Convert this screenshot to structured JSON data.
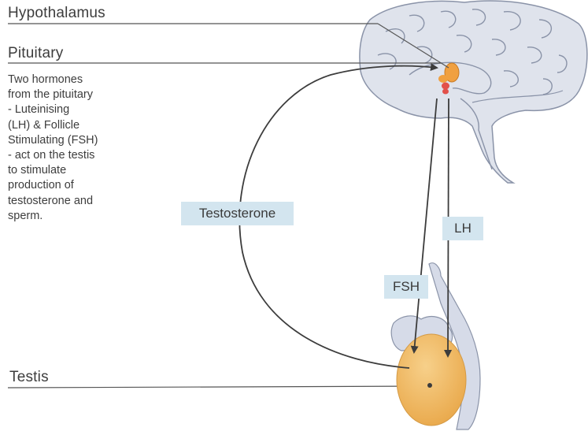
{
  "labels": {
    "hypothalamus": "Hypothalamus",
    "pituitary": "Pituitary",
    "testis": "Testis"
  },
  "description": {
    "lines": [
      "Two hormones",
      "from the pituitary",
      "- Luteinising",
      "(LH) & Follicle",
      "Stimulating (FSH)",
      "- act on the testis",
      "to stimulate",
      "production of",
      "testosterone and",
      "sperm."
    ]
  },
  "hormones": {
    "testosterone": "Testosterone",
    "lh": "LH",
    "fsh": "FSH"
  },
  "colors": {
    "brain_fill": "#dfe3ec",
    "brain_outline": "#8a93a8",
    "gland": "#f0a040",
    "gland_red": "#e2504a",
    "testis_fill": "#f1bb65",
    "tag_bg": "#d3e5ef",
    "arrow": "#3c3c3c"
  }
}
